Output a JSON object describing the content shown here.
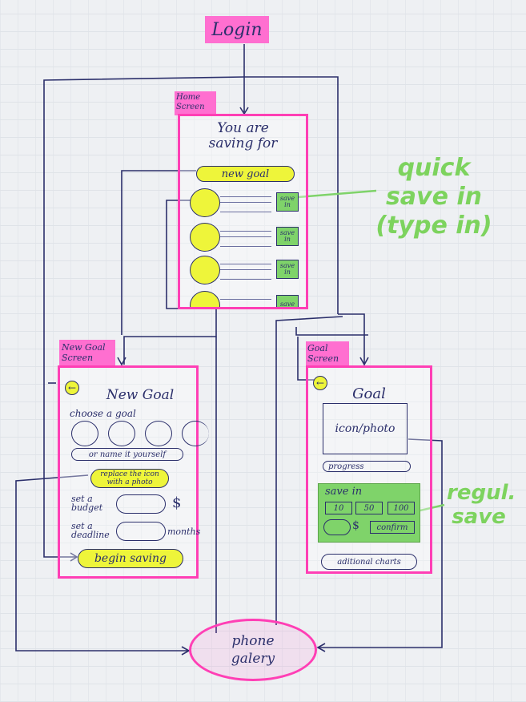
{
  "login": {
    "label": "Login"
  },
  "home": {
    "tag": [
      "Home",
      "Screen"
    ],
    "title": [
      "You are",
      "saving for"
    ],
    "new_goal": "new goal",
    "save_btn": [
      "save",
      "in"
    ]
  },
  "new_goal_screen": {
    "tag": [
      "New Goal",
      "Screen"
    ],
    "back": "←",
    "title": "New Goal",
    "choose": "choose a goal",
    "name_it": "or name it yourself",
    "replace": [
      "replace the icon",
      "with a photo"
    ],
    "budget": [
      "set a",
      "budget"
    ],
    "currency": "$",
    "deadline": [
      "set a",
      "deadline"
    ],
    "months": "months",
    "begin": "begin saving"
  },
  "goal_screen": {
    "tag": [
      "Goal",
      "Screen"
    ],
    "back": "←",
    "title": "Goal",
    "icon_photo": "icon/photo",
    "progress": "progress",
    "save_in": "save in",
    "amounts": [
      "10",
      "50",
      "100"
    ],
    "currency": "$",
    "confirm": "confirm",
    "charts": "aditional charts"
  },
  "annotations": {
    "quick_save": [
      "quick",
      "save in",
      "(type in)"
    ],
    "regular_save": [
      "regul.",
      "save"
    ]
  },
  "gallery": [
    "phone",
    "galery"
  ],
  "colors": {
    "pink": "#ff3fb5",
    "yellow": "#eef53a",
    "green": "#7fd36a",
    "ink": "#2b2f6b"
  }
}
